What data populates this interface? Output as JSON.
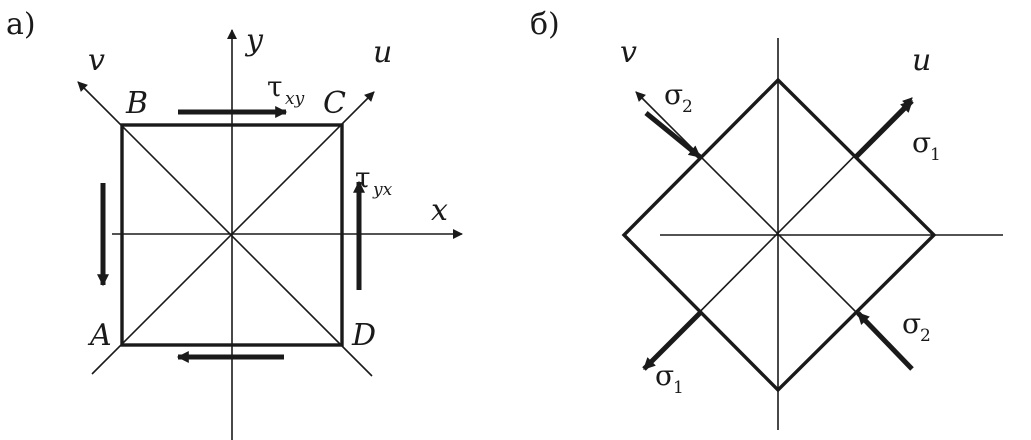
{
  "panel_a": {
    "label": "а)",
    "axis_y": "y",
    "axis_x": "x",
    "axis_u": "u",
    "axis_v": "v",
    "corner_a": "A",
    "corner_b": "B",
    "corner_c": "C",
    "corner_d": "D",
    "tau_symbol": "τ",
    "tau_xy_sub": "xy",
    "tau_yx_sub": "yx"
  },
  "panel_b": {
    "label": "б)",
    "axis_u": "u",
    "axis_v": "v",
    "sigma_symbol": "σ",
    "sigma1_sub": "1",
    "sigma2_sub": "2"
  },
  "colors": {
    "ink": "#1a1a1a",
    "background": "#ffffff"
  }
}
